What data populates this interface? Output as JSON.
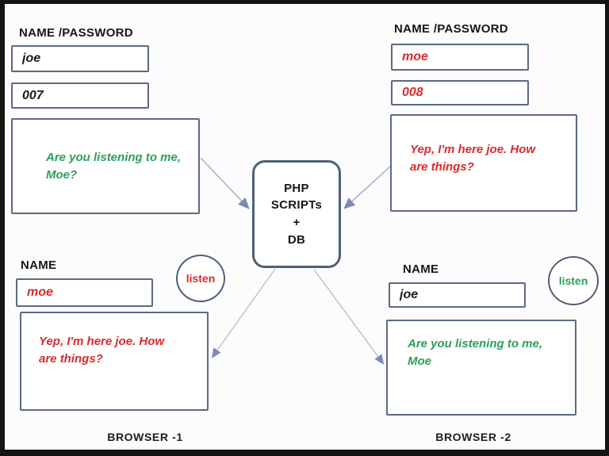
{
  "colors": {
    "red": "#d92b2b",
    "green": "#2ba05c",
    "box-border": "#5a6a85",
    "node-border": "#4e6078",
    "arrow": "#a9b1d8",
    "arrowhead": "#7e88b5",
    "text": "#161616",
    "frame": "#141414",
    "bg": "#fcfcfc"
  },
  "center_node": {
    "text": "PHP\nSCRIPTs\n+\nDB"
  },
  "browser1": {
    "caption": "BROWSER -1",
    "top": {
      "label": "NAME /PASSWORD",
      "name_value": "joe",
      "password_value": "007",
      "message": "Are you listening to me,\nMoe?"
    },
    "bottom": {
      "label": "NAME",
      "name_value": "moe",
      "listen_label": "listen",
      "message": "Yep,  I'm here joe.  How\nare things?"
    }
  },
  "browser2": {
    "caption": "BROWSER -2",
    "top": {
      "label": "NAME /PASSWORD",
      "name_value": "moe",
      "password_value": "008",
      "message": "Yep, I'm here joe.  How\nare things?"
    },
    "bottom": {
      "label": "NAME",
      "name_value": "joe",
      "listen_label": "listen",
      "message": "Are you listening to me,\nMoe"
    }
  }
}
